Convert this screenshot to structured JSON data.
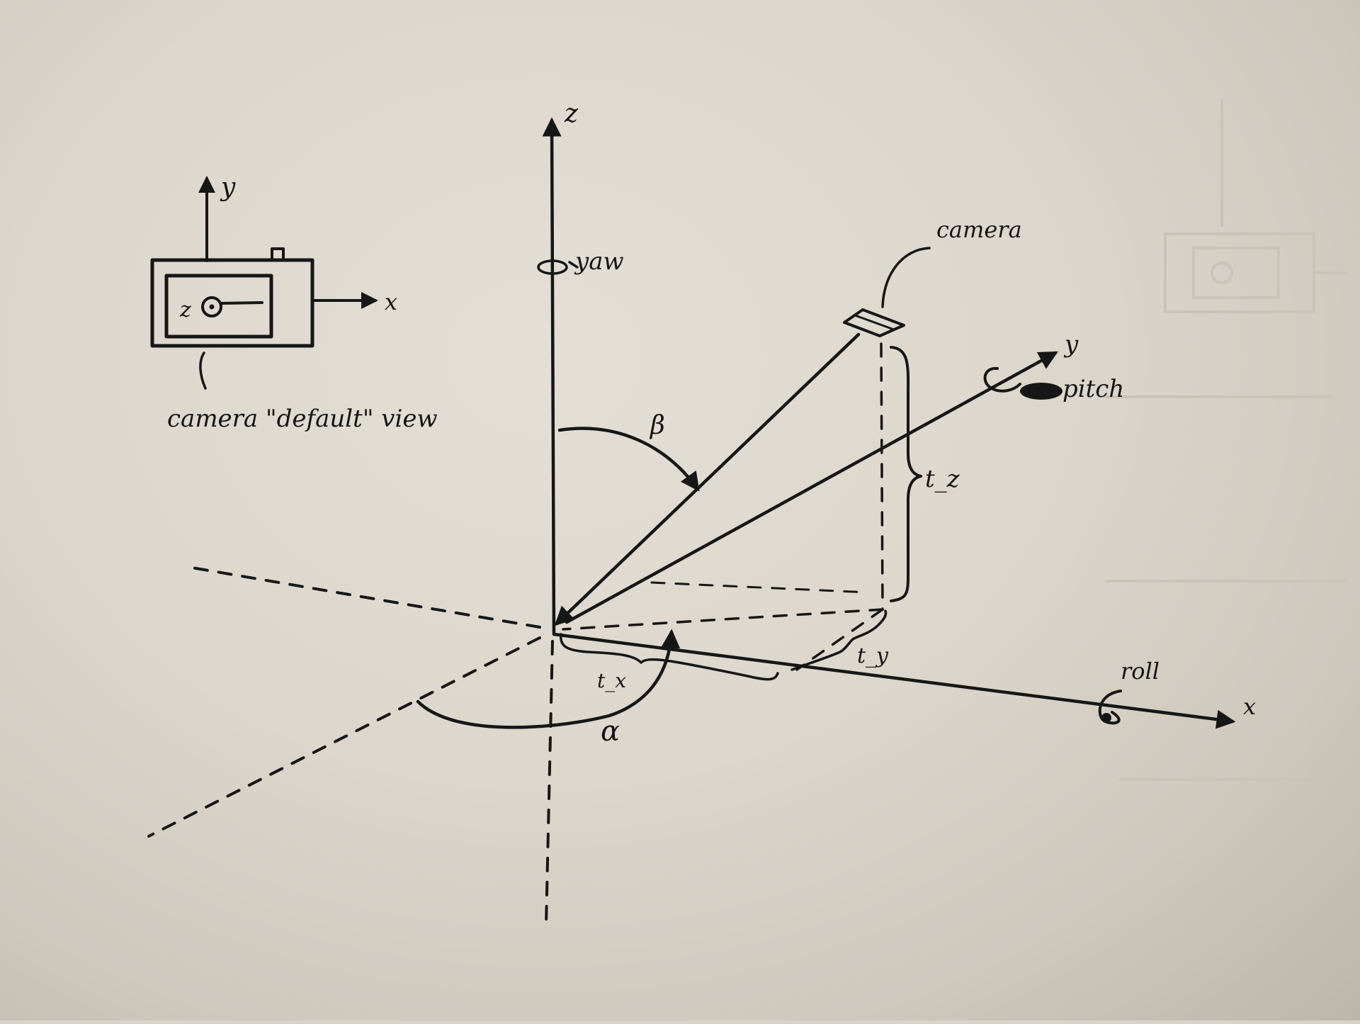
{
  "labels": {
    "z_axis": "z",
    "yaw": "yaw",
    "camera": "camera",
    "y_axis": "y",
    "pitch": "pitch",
    "beta": "β",
    "t_z": "t_z",
    "t_y": "t_y",
    "t_x": "t_x",
    "alpha": "α",
    "roll": "roll",
    "x_axis": "x"
  },
  "inset": {
    "y_label": "y",
    "x_label": "x",
    "z_label": "z",
    "caption": "camera \"default\" view"
  },
  "colors": {
    "ink": "#161616",
    "paper": "#dcd6cc"
  }
}
